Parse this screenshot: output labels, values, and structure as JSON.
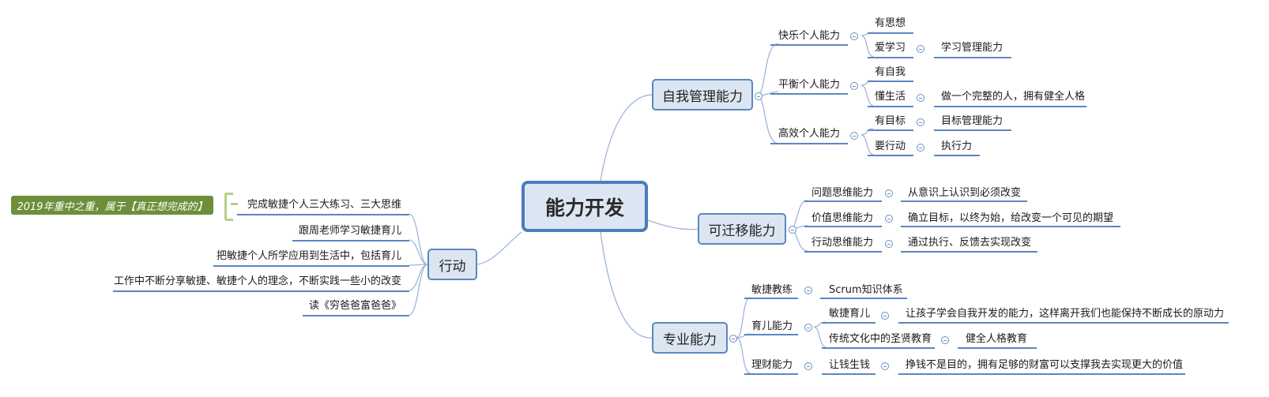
{
  "central": "能力开发",
  "note": "2019年重中之重，属于【真正想完成的】",
  "action": {
    "label": "行动",
    "items": [
      "完成敏捷个人三大练习、三大思维",
      "跟周老师学习敏捷育儿",
      "把敏捷个人所学应用到生活中，包括育儿",
      "工作中不断分享敏捷、敏捷个人的理念，不断实践一些小的改变",
      "读《穷爸爸富爸爸》"
    ]
  },
  "self": {
    "label": "自我管理能力",
    "happy": {
      "label": "快乐个人能力",
      "think": "有思想",
      "learn": "爱学习",
      "learn_child": "学习管理能力"
    },
    "balance": {
      "label": "平衡个人能力",
      "self": "有自我",
      "life": "懂生活",
      "life_child": "做一个完整的人，拥有健全人格"
    },
    "efficient": {
      "label": "高效个人能力",
      "goal": "有目标",
      "goal_child": "目标管理能力",
      "act": "要行动",
      "act_child": "执行力"
    }
  },
  "transfer": {
    "label": "可迁移能力",
    "items": [
      {
        "label": "问题思维能力",
        "child": "从意识上认识到必须改变"
      },
      {
        "label": "价值思维能力",
        "child": "确立目标，以终为始，给改变一个可见的期望"
      },
      {
        "label": "行动思维能力",
        "child": "通过执行、反馈去实现改变"
      }
    ]
  },
  "pro": {
    "label": "专业能力",
    "agile": {
      "label": "敏捷教练",
      "child": "Scrum知识体系"
    },
    "parenting": {
      "label": "育儿能力",
      "agile": "敏捷育儿",
      "agile_child": "让孩子学会自我开发的能力，这样离开我们也能保持不断成长的原动力",
      "culture": "传统文化中的圣贤教育",
      "culture_child": "健全人格教育"
    },
    "finance": {
      "label": "理财能力",
      "money": "让钱生钱",
      "money_child": "挣钱不是目的，拥有足够的财富可以支撑我去实现更大的价值"
    }
  },
  "colors": {
    "line": "#5b87c0",
    "box_fill": "#dce6f2",
    "note_fill": "#6e8e3a",
    "bracket": "#b6cf86"
  },
  "icons": {
    "toggle": "collapse-minus-icon"
  }
}
